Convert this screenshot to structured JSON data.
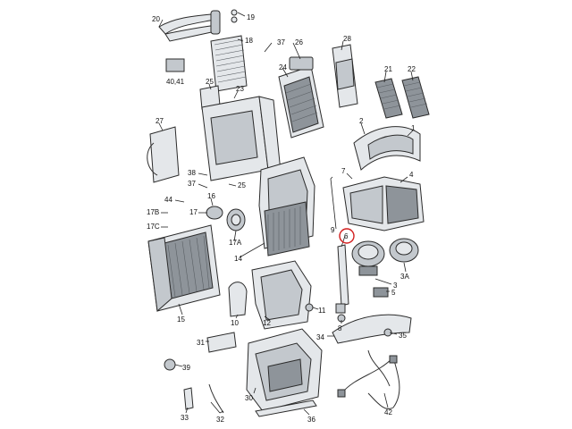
{
  "diagram": {
    "labels": [
      "20",
      "19",
      "18",
      "37",
      "26",
      "28",
      "40,41",
      "25",
      "24",
      "23",
      "21",
      "22",
      "27",
      "2",
      "1",
      "38",
      "37",
      "25",
      "7",
      "4",
      "44",
      "17B",
      "17C",
      "16",
      "17",
      "17A",
      "14",
      "9",
      "6",
      "15",
      "3",
      "5",
      "3A",
      "10",
      "12",
      "8",
      "11",
      "31",
      "34",
      "35",
      "39",
      "30",
      "32",
      "33",
      "36",
      "42"
    ],
    "highlighted": "6"
  }
}
